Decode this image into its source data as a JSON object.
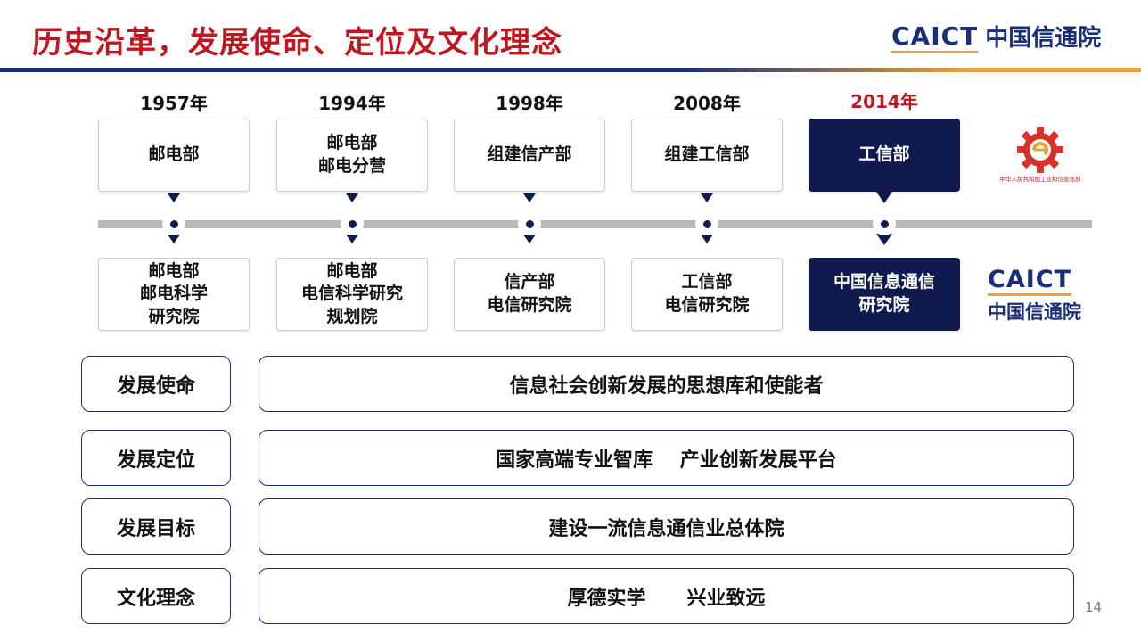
{
  "header": {
    "title": "历史沿革，发展使命、定位及文化理念",
    "brand_en": "CAICT",
    "brand_cn": "中国信通院"
  },
  "timeline": {
    "milestones": [
      {
        "year": "1957年",
        "top": "邮电部",
        "bottom": "邮电部\n邮电科学\n研究院",
        "highlight": false
      },
      {
        "year": "1994年",
        "top": "邮电部\n邮电分营",
        "bottom": "邮电部\n电信科学研究\n规划院",
        "highlight": false
      },
      {
        "year": "1998年",
        "top": "组建信产部",
        "bottom": "信产部\n电信研究院",
        "highlight": false
      },
      {
        "year": "2008年",
        "top": "组建工信部",
        "bottom": "工信部\n电信研究院",
        "highlight": false
      },
      {
        "year": "2014年",
        "top": "工信部",
        "bottom": "中国信息通信\n研究院",
        "highlight": true
      }
    ]
  },
  "logos": {
    "miit_caption": "中华人民共和国工业和信息化部",
    "caict_en": "CAICT",
    "caict_cn": "中国信通院"
  },
  "rows": [
    {
      "label": "发展使命",
      "content": "信息社会创新发展的思想库和使能者"
    },
    {
      "label": "发展定位",
      "content": "国家高端专业智库    产业创新发展平台"
    },
    {
      "label": "发展目标",
      "content": "建设一流信息通信业总体院"
    },
    {
      "label": "文化理念",
      "content": "厚德实学      兴业致远"
    }
  ],
  "colors": {
    "title": "#c0161f",
    "navy": "#111a4f",
    "brand": "#1a2f7a",
    "accent": "#e9a23b"
  },
  "footer": {
    "page_number": "14"
  }
}
